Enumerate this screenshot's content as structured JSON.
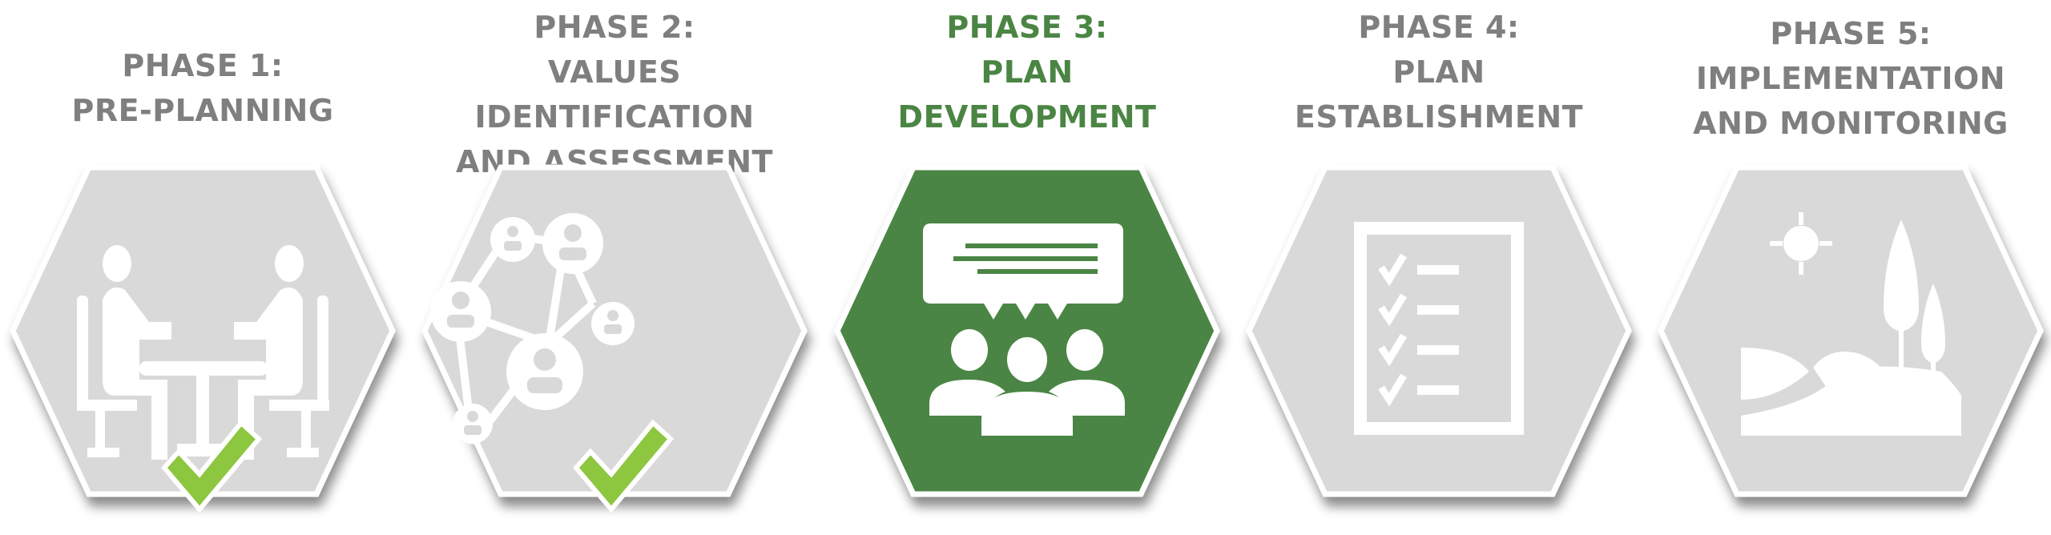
{
  "colors": {
    "text_gray": "#7f7f7f",
    "active_green": "#4b8544",
    "hex_gray": "#d9d9d9",
    "check_green": "#8dc63f"
  },
  "phases": [
    {
      "phase": "PHASE 1:",
      "lines": [
        "PRE-PLANNING"
      ],
      "icon": "meeting-icon",
      "status": "complete"
    },
    {
      "phase": "PHASE 2:",
      "lines": [
        "VALUES IDENTIFICATION",
        "AND ASSESSMENT"
      ],
      "icon": "network-icon",
      "status": "complete"
    },
    {
      "phase": "PHASE 3:",
      "lines": [
        "PLAN",
        "DEVELOPMENT"
      ],
      "icon": "discussion-icon",
      "status": "active"
    },
    {
      "phase": "PHASE 4:",
      "lines": [
        "PLAN",
        "ESTABLISHMENT"
      ],
      "icon": "checklist-icon",
      "status": "pending"
    },
    {
      "phase": "PHASE 5:",
      "lines": [
        "IMPLEMENTATION",
        "AND MONITORING"
      ],
      "icon": "landscape-icon",
      "status": "pending"
    }
  ]
}
